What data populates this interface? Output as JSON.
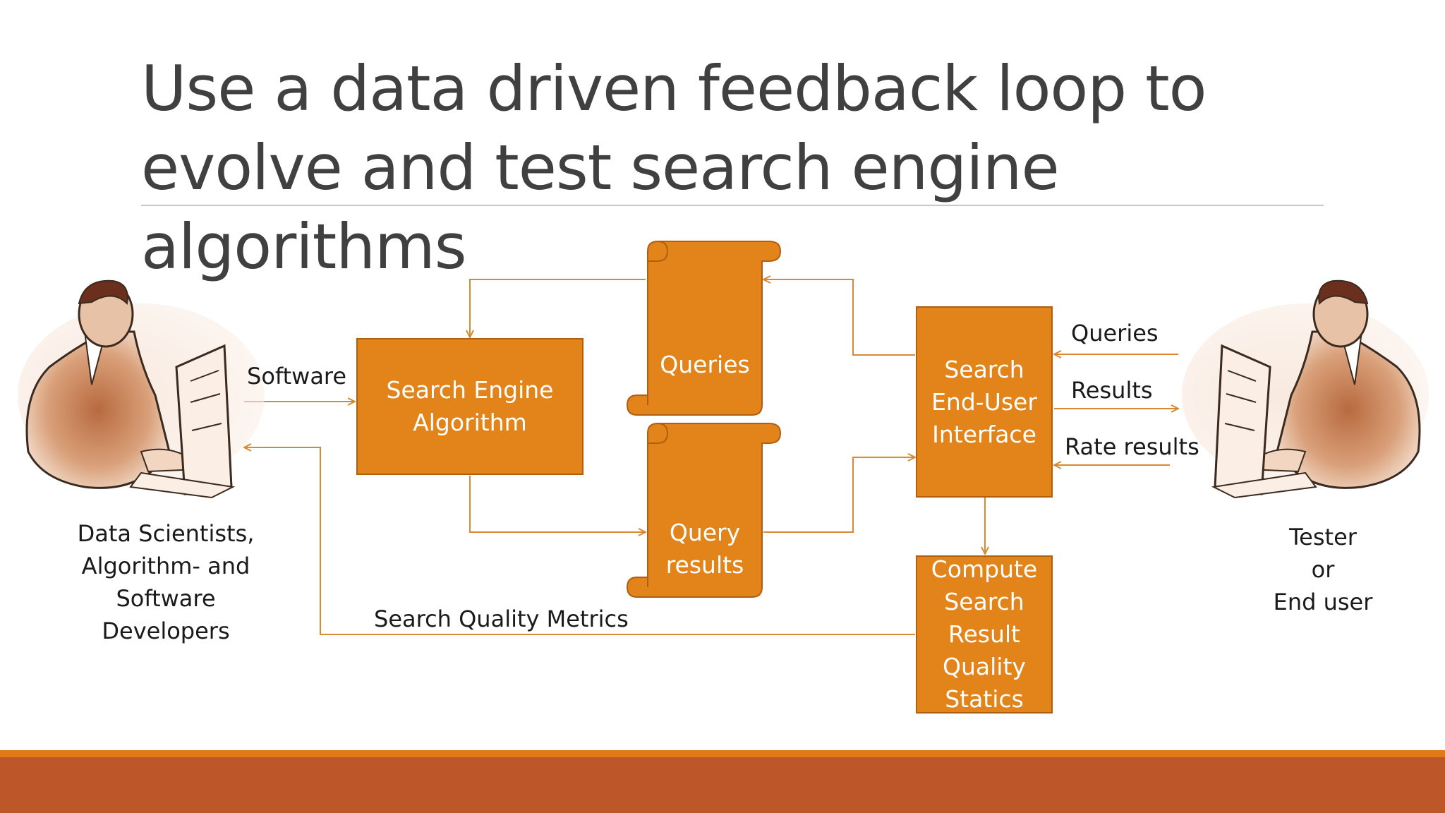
{
  "title": {
    "line1": "Use a data driven feedback loop to",
    "line2": "evolve and test search engine algorithms"
  },
  "diagram": {
    "search_engine_algorithm": "Search Engine\nAlgorithm",
    "queries_scroll": "Queries",
    "query_results_scroll": "Query\nresults",
    "search_end_user_interface": "Search\nEnd-User\nInterface",
    "compute_statistics": "Compute\nSearch\nResult\nQuality\nStatics",
    "edge_software": "Software",
    "edge_search_quality_metrics": "Search Quality Metrics",
    "edge_queries": "Queries",
    "edge_results": "Results",
    "edge_rate_results": "Rate results",
    "left_actor": "Data Scientists,\nAlgorithm- and\nSoftware\nDevelopers",
    "right_actor": "Tester\nor\nEnd user"
  },
  "colors": {
    "accent_orange": "#e2841a",
    "box_border": "#b05f10",
    "arrow": "#d98a30",
    "footer_bar": "#bd572a",
    "title_text": "#404040"
  }
}
